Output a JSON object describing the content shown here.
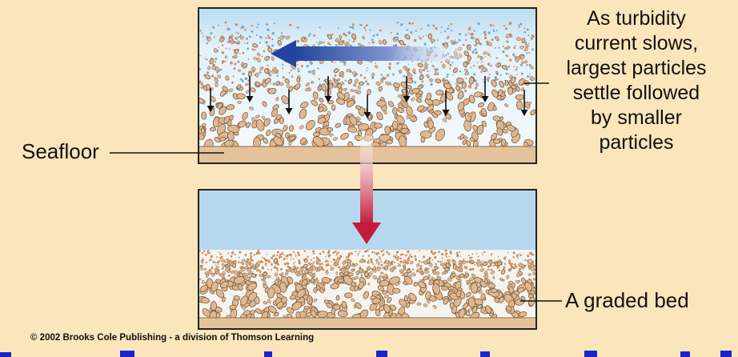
{
  "description": {
    "lines": [
      "As turbidity",
      "current slows,",
      "largest particles",
      "settle followed",
      "by smaller",
      "particles"
    ]
  },
  "labels": {
    "seafloor": "Seafloor",
    "graded_bed": "A graded bed"
  },
  "copyright": "© 2002 Brooks Cole Publishing - a division of Thomson Learning",
  "colors": {
    "background": "#fbe6bb",
    "water": "#b6d8ee",
    "seafloor": "#e4c39a",
    "particle": "#e0b78e",
    "flow_arrow": "#2d4fa2",
    "settle_arrow": "#c4213d",
    "bottom_bar": "#1c24c8"
  }
}
